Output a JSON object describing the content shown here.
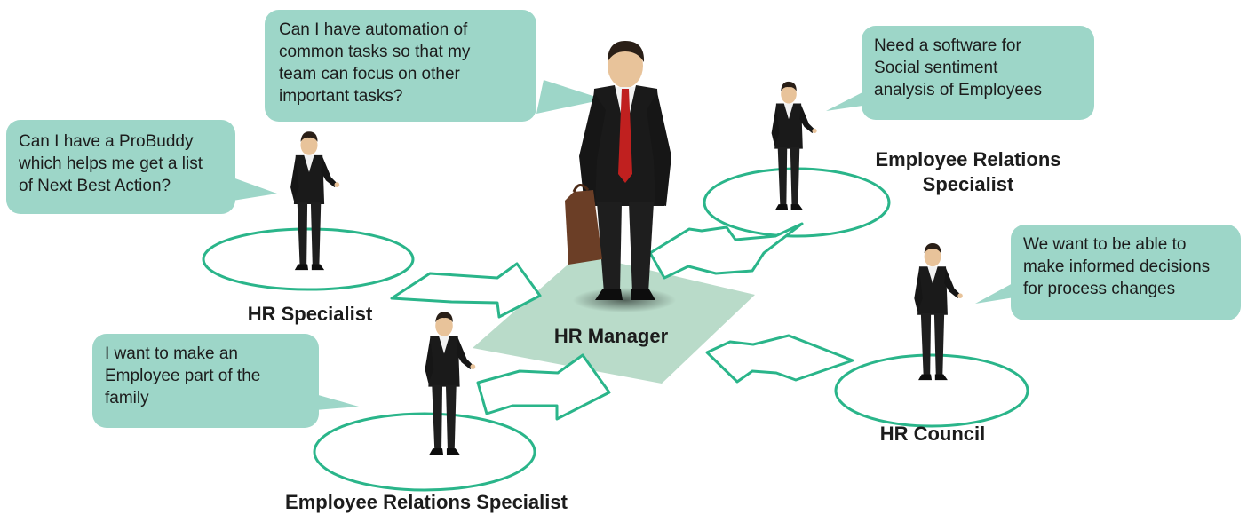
{
  "colors": {
    "bubble": "#9dd6c8",
    "ring": "#2ab58a",
    "platform": "#b9dbc9",
    "suit": "#1a1a1a",
    "tie": "#c0201f",
    "briefcase": "#6b3e26"
  },
  "diagram": {
    "center": {
      "label": "HR Manager",
      "speech": "Can I have automation of\ncommon tasks so that my\nteam can focus on other\nimportant tasks?"
    },
    "personas": [
      {
        "id": "hr-specialist",
        "label": "HR Specialist",
        "speech": "Can I have a ProBuddy\nwhich helps me get a list\nof Next Best Action?"
      },
      {
        "id": "employee-relations-top",
        "label": "Employee Relations\nSpecialist",
        "speech": "Need a software for\nSocial sentiment\nanalysis of Employees"
      },
      {
        "id": "hr-council",
        "label": "HR Council",
        "speech": "We want to be able to\nmake informed decisions\nfor process changes"
      },
      {
        "id": "employee-relations-bottom",
        "label": "Employee Relations Specialist",
        "speech": "I want to make an\nEmployee part of the\nfamily"
      }
    ]
  }
}
